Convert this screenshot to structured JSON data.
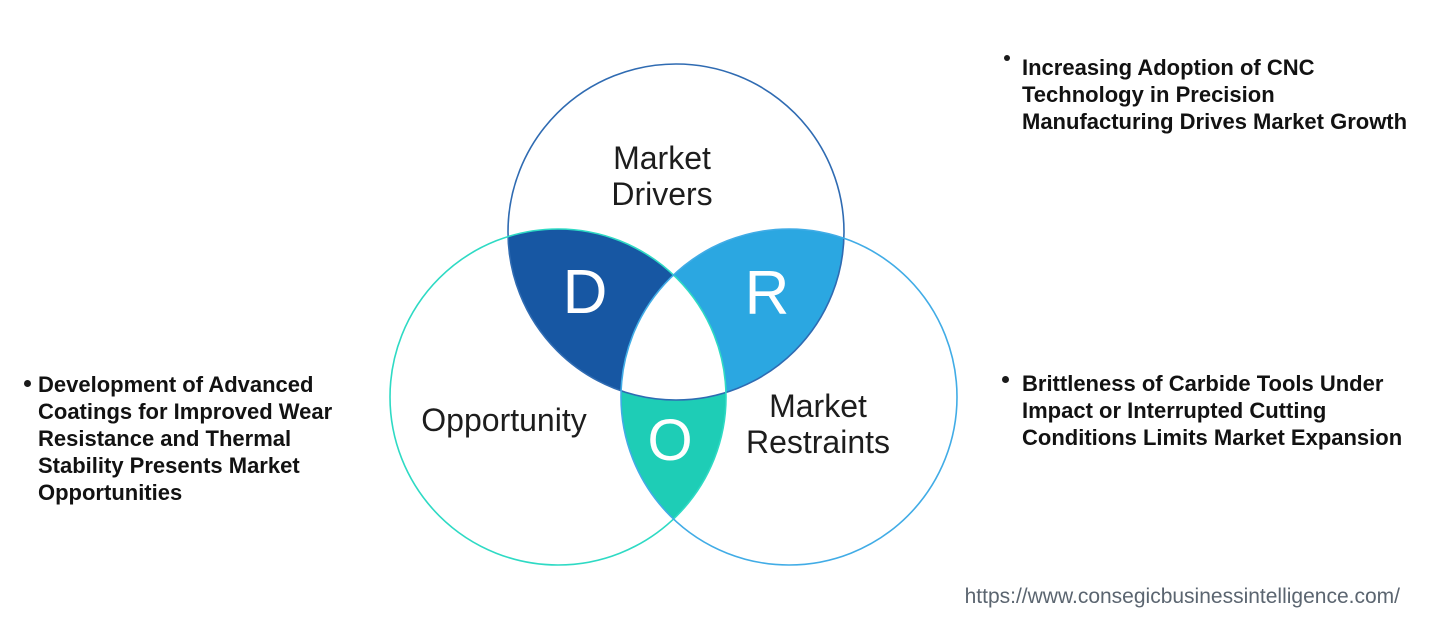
{
  "venn": {
    "drivers": {
      "label_lines": [
        "Market",
        "Drivers"
      ],
      "letter": "D",
      "overlap_fill": "#1757A3",
      "stroke": "#2F6BB2"
    },
    "opportunity": {
      "label_lines": [
        "Opportunity"
      ],
      "letter": "O",
      "overlap_fill": "#1ECDB6",
      "stroke": "#2EDAC4"
    },
    "restraints": {
      "label_lines": [
        "Market",
        "Restraints"
      ],
      "letter": "R",
      "overlap_fill": "#2BA7E1",
      "stroke": "#41ACE6"
    },
    "center_fill": "#ffffff"
  },
  "bullets": {
    "drivers": {
      "lines": [
        "Increasing Adoption of CNC",
        "Technology in Precision",
        "Manufacturing Drives Market Growth"
      ]
    },
    "opportunity": {
      "lines": [
        "Development of Advanced",
        "Coatings for Improved Wear",
        "Resistance and Thermal",
        "Stability Presents Market",
        "Opportunities"
      ]
    },
    "restraints": {
      "lines": [
        "Brittleness of Carbide Tools Under",
        "Impact or Interrupted Cutting",
        "Conditions Limits Market Expansion"
      ]
    }
  },
  "footer": {
    "url": "https://www.consegicbusinessintelligence.com/"
  }
}
